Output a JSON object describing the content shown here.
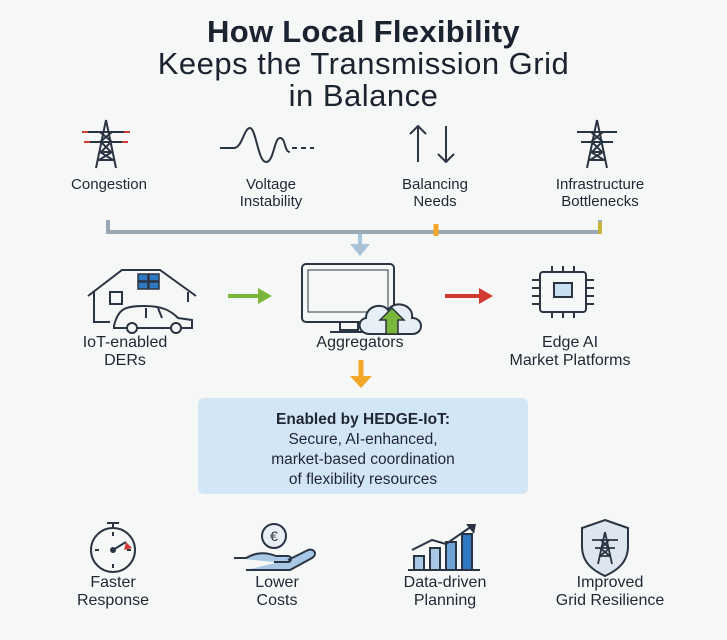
{
  "title": {
    "line1": "How Local Flexibility",
    "line2": "Keeps the Transmission Grid",
    "line3": "in Balance"
  },
  "challenges": [
    {
      "icon": "transmission-tower-icon",
      "line1": "Congestion",
      "line2": ""
    },
    {
      "icon": "voltage-wave-icon",
      "line1": "Voltage",
      "line2": "Instability"
    },
    {
      "icon": "up-down-arrows-icon",
      "line1": "Balancing",
      "line2": "Needs"
    },
    {
      "icon": "transmission-tower-icon",
      "line1": "Infrastructure",
      "line2": "Bottlenecks"
    }
  ],
  "flow": [
    {
      "icon": "house-ev-icon",
      "line1": "IoT-enabled",
      "line2": "DERs"
    },
    {
      "icon": "monitor-cloud-icon",
      "line1": "Aggregators",
      "line2": ""
    },
    {
      "icon": "chip-icon",
      "line1": "Edge AI",
      "line2": "Market Platforms"
    }
  ],
  "enabler": {
    "heading": "Enabled by HEDGE-IoT:",
    "line1": "Secure, AI-enhanced,",
    "line2": "market-based coordination",
    "line3": "of flexibility resources"
  },
  "benefits": [
    {
      "icon": "stopwatch-icon",
      "line1": "Faster",
      "line2": "Response"
    },
    {
      "icon": "hand-coin-icon",
      "line1": "Lower",
      "line2": "Costs"
    },
    {
      "icon": "bar-chart-icon",
      "line1": "Data-driven",
      "line2": "Planning"
    },
    {
      "icon": "shield-tower-icon",
      "line1": "Improved",
      "line2": "Grid Resilience"
    }
  ],
  "colors": {
    "dark": "#2a3442",
    "connector": "#9aa7b4",
    "orange": "#f2a62a",
    "green": "#7bb63c",
    "red": "#d03a2f",
    "box": "#d3e6f6",
    "blue": "#2f78c4",
    "lightblue": "#a9c8e6"
  }
}
